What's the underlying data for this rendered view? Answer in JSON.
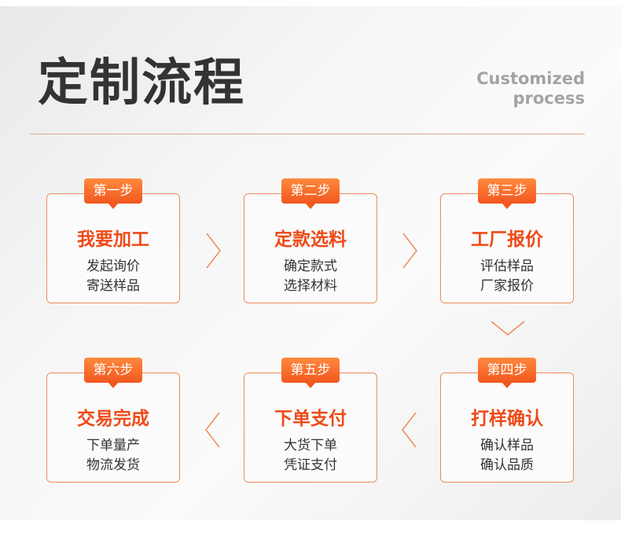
{
  "header": {
    "title": "定制流程",
    "subtitle_line1": "Customized",
    "subtitle_line2": "process"
  },
  "steps": [
    {
      "badge": "第一步",
      "title": "我要加工",
      "lines": [
        "发起询价",
        "寄送样品"
      ]
    },
    {
      "badge": "第二步",
      "title": "定款选料",
      "lines": [
        "确定款式",
        "选择材料"
      ]
    },
    {
      "badge": "第三步",
      "title": "工厂报价",
      "lines": [
        "评估样品",
        "厂家报价"
      ]
    },
    {
      "badge": "第四步",
      "title": "打样确认",
      "lines": [
        "确认样品",
        "确认品质"
      ]
    },
    {
      "badge": "第五步",
      "title": "下单支付",
      "lines": [
        "大货下单",
        "凭证支付"
      ]
    },
    {
      "badge": "第六步",
      "title": "交易完成",
      "lines": [
        "下单量产",
        "物流发货"
      ]
    }
  ],
  "colors": {
    "accent": "#ee4a18",
    "badge_top": "#ff8a3d",
    "badge_bottom": "#f2571f",
    "card_border": "#f08a5a",
    "title_text": "#333333",
    "subtitle_text": "#a3a3a3"
  },
  "icons": {
    "arrow_right": "chevron-right-icon",
    "arrow_down": "chevron-down-icon",
    "arrow_left": "chevron-left-icon"
  }
}
